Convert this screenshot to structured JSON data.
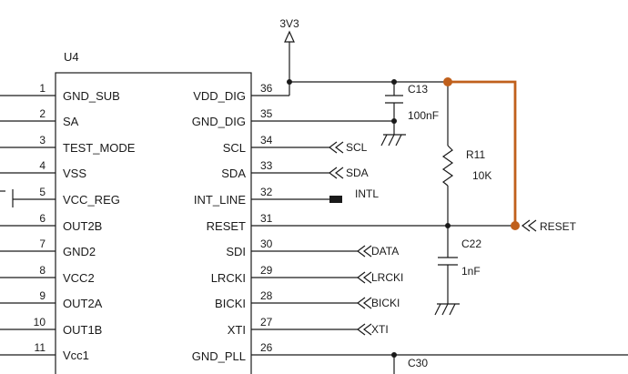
{
  "colors": {
    "line": "#1a1a1a",
    "highlight": "#c0601c",
    "background": "#ffffff"
  },
  "power": {
    "label": "3V3",
    "icon": "power-arrow-icon"
  },
  "chip": {
    "ref": "U4",
    "left_pins": [
      {
        "num": "1",
        "name": "GND_SUB"
      },
      {
        "num": "2",
        "name": "SA"
      },
      {
        "num": "3",
        "name": "TEST_MODE"
      },
      {
        "num": "4",
        "name": "VSS"
      },
      {
        "num": "5",
        "name": "VCC_REG"
      },
      {
        "num": "6",
        "name": "OUT2B"
      },
      {
        "num": "7",
        "name": "GND2"
      },
      {
        "num": "8",
        "name": "VCC2"
      },
      {
        "num": "9",
        "name": "OUT2A"
      },
      {
        "num": "10",
        "name": "OUT1B"
      },
      {
        "num": "11",
        "name": "Vcc1"
      }
    ],
    "right_pins": [
      {
        "num": "36",
        "name": "VDD_DIG"
      },
      {
        "num": "35",
        "name": "GND_DIG"
      },
      {
        "num": "34",
        "name": "SCL"
      },
      {
        "num": "33",
        "name": "SDA"
      },
      {
        "num": "32",
        "name": "INT_LINE"
      },
      {
        "num": "31",
        "name": "RESET"
      },
      {
        "num": "30",
        "name": "SDI"
      },
      {
        "num": "29",
        "name": "LRCKI"
      },
      {
        "num": "28",
        "name": "BICKI"
      },
      {
        "num": "27",
        "name": "XTI"
      },
      {
        "num": "26",
        "name": "GND_PLL"
      }
    ]
  },
  "components": {
    "c13": {
      "ref": "C13",
      "value": "100nF"
    },
    "r11": {
      "ref": "R11",
      "value": "10K"
    },
    "c22": {
      "ref": "C22",
      "value": "1nF"
    },
    "c30": {
      "ref": "C30"
    }
  },
  "nets": {
    "scl": "SCL",
    "sda": "SDA",
    "intl": "INTL",
    "reset": "RESET",
    "data": "DATA",
    "lrcki": "LRCKI",
    "bicki": "BICKI",
    "xti": "XTI"
  }
}
